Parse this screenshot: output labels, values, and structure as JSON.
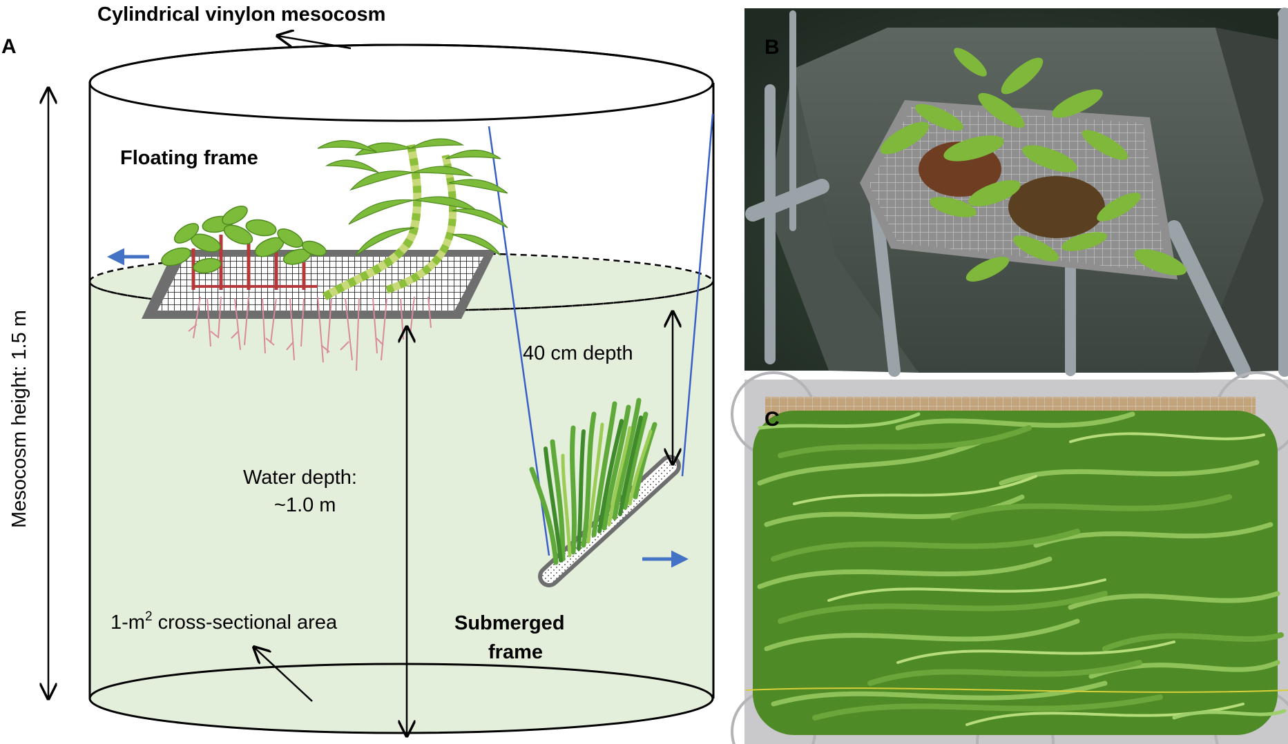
{
  "panels": {
    "a": {
      "letter": "A"
    },
    "b": {
      "letter": "B"
    },
    "c": {
      "letter": "C"
    }
  },
  "labels": {
    "title": "Cylindrical vinylon mesocosm",
    "height": "Mesocosm height: 1.5 m",
    "floating_frame": "Floating frame",
    "depth_40": "40 cm depth",
    "water_depth_line1": "Water depth:",
    "water_depth_line2": "~1.0 m",
    "cross_section_prefix": "1-m",
    "cross_section_sup": "2",
    "cross_section_suffix": " cross-sectional area",
    "submerged_line1": "Submerged",
    "submerged_line2": "frame"
  },
  "colors": {
    "water": "#e3efda",
    "outline": "#000000",
    "cable": "#3a5ec8",
    "arrow_blue": "#4472c4",
    "frame_gray": "#6e6e6e",
    "leaf_green": "#7dbb3a",
    "root_pink": "#d98a9a"
  },
  "icons": {
    "floating_plants": "floating-emergent-plants-icon",
    "submerged_plants": "submerged-grass-plants-icon"
  }
}
